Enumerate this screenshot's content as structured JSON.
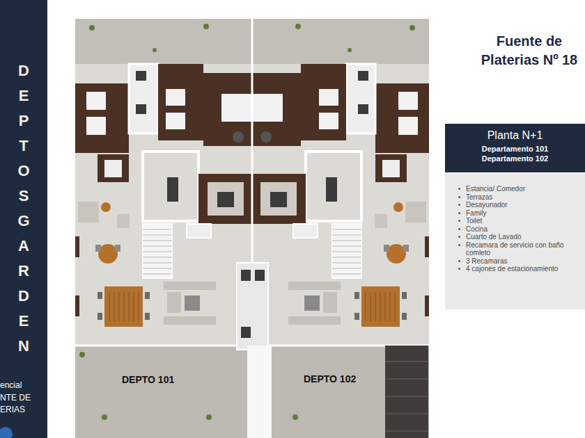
{
  "diagram": {
    "title": "Fuente de Platerias Nº 18",
    "nodes": [
      {
        "text": [
          "Planta N+1",
          "Departamento 101",
          "Departamento 102"
        ]
      },
      {
        "text": [
          "Estancia/ Comedor",
          "Terrazas",
          "Desayunador",
          "Family",
          "Toilet",
          "Cocina",
          "Cuarto de Lavado",
          "Recamara de servicio con baño comleto",
          "3 Recamaras",
          "4 cajones de estacionamiento"
        ]
      }
    ],
    "labels": [
      "DEPTOS GARDEN",
      "encial",
      "NTE DE",
      "ERIAS",
      "DEPTO 101",
      "DEPTO 102"
    ]
  }
}
